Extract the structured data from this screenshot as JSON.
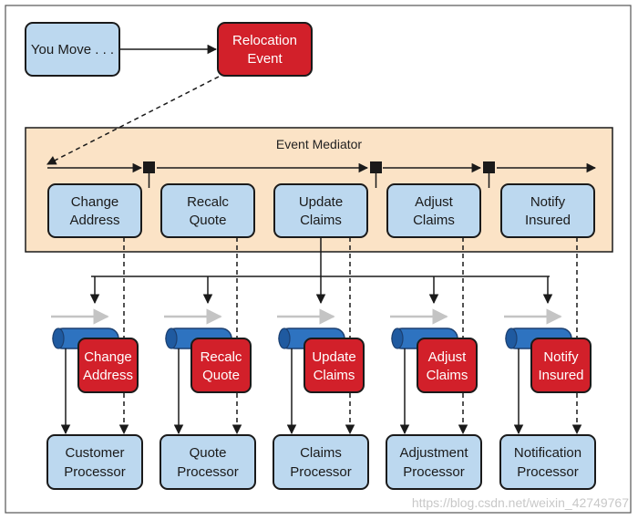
{
  "start": {
    "label": "You Move . . ."
  },
  "relocation": {
    "label": [
      "Relocation",
      "Event"
    ]
  },
  "mediator": {
    "title": "Event Mediator"
  },
  "steps": [
    {
      "label": [
        "Change",
        "Address"
      ]
    },
    {
      "label": [
        "Recalc",
        "Quote"
      ]
    },
    {
      "label": [
        "Update",
        "Claims"
      ]
    },
    {
      "label": [
        "Adjust",
        "Claims"
      ]
    },
    {
      "label": [
        "Notify",
        "Insured"
      ]
    }
  ],
  "events": [
    {
      "label": [
        "Change",
        "Address"
      ]
    },
    {
      "label": [
        "Recalc",
        "Quote"
      ]
    },
    {
      "label": [
        "Update",
        "Claims"
      ]
    },
    {
      "label": [
        "Adjust",
        "Claims"
      ]
    },
    {
      "label": [
        "Notify",
        "Insured"
      ]
    }
  ],
  "processors": [
    {
      "label": [
        "Customer",
        "Processor"
      ]
    },
    {
      "label": [
        "Quote",
        "Processor"
      ]
    },
    {
      "label": [
        "Claims",
        "Processor"
      ]
    },
    {
      "label": [
        "Adjustment",
        "Processor"
      ]
    },
    {
      "label": [
        "Notification",
        "Processor"
      ]
    }
  ],
  "watermark": "https://blog.csdn.net/weixin_42749767",
  "colors": {
    "blue_fill": "#bcd8ef",
    "red_fill": "#d2202a",
    "mediator_fill": "#fbe3c6",
    "queue_blue": "#2e73c0",
    "border": "#1a1a1a"
  }
}
